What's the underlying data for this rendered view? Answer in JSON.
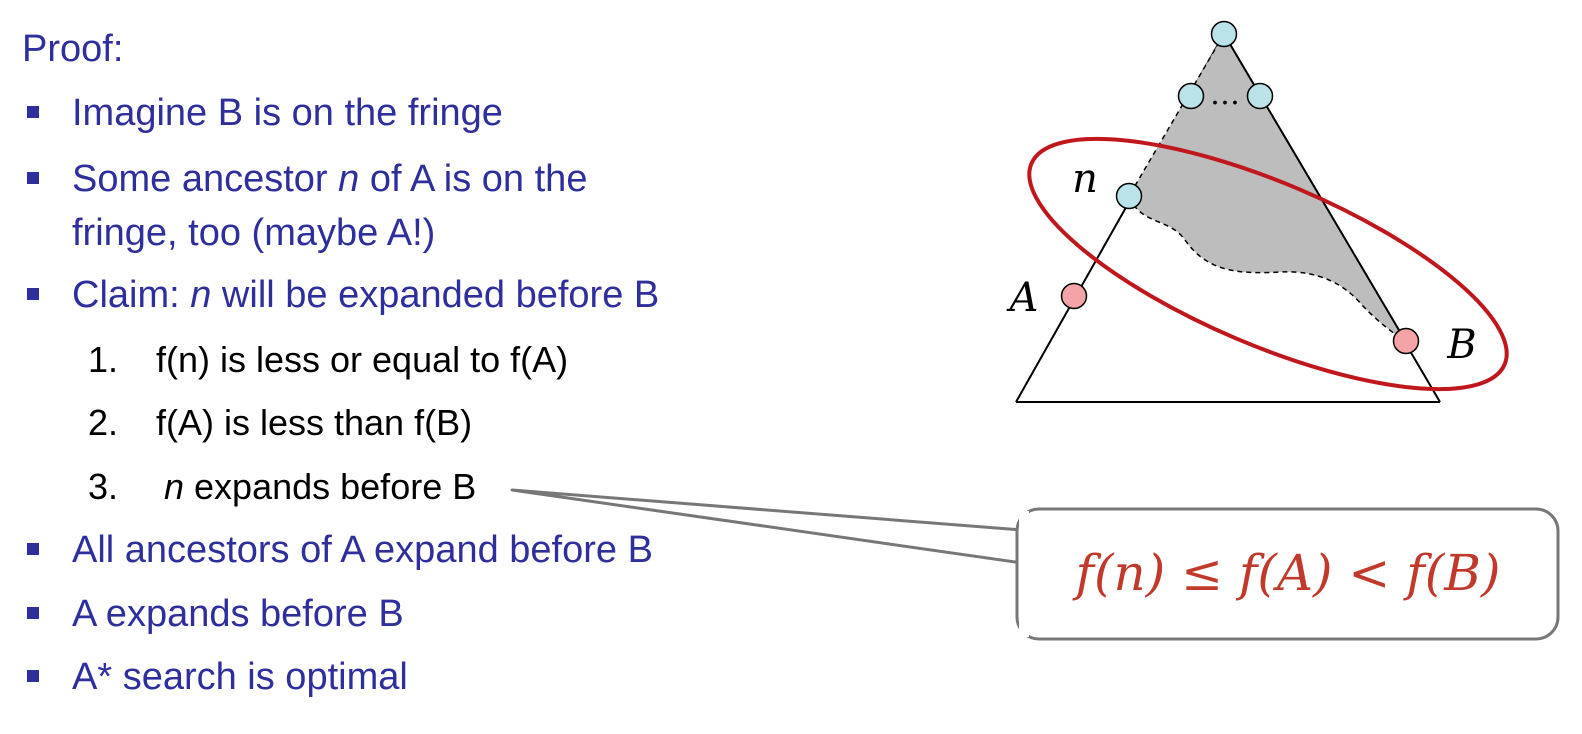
{
  "proof": {
    "heading": "Proof:",
    "b1": "Imagine B is on the fringe",
    "b2": {
      "pre": "Some ancestor ",
      "var": "n",
      "post": " of A is on the",
      "line2": "fringe, too (maybe A!)"
    },
    "b3": {
      "pre": "Claim: ",
      "var": "n",
      "post": " will be expanded before B"
    },
    "claims": [
      {
        "num": "1.",
        "text": "f(n) is less or equal to f(A)"
      },
      {
        "num": "2.",
        "text": "f(A) is less than f(B)"
      },
      {
        "num": "3.",
        "var": "n",
        "text": " expands before B"
      }
    ],
    "b4": "All ancestors of A expand before B",
    "b5": "A expands before B",
    "b6": "A* search is optimal"
  },
  "diagram": {
    "labels": {
      "n": "n",
      "A": "A",
      "B": "B",
      "ellipsis": "…"
    },
    "callout": "f(n) ≤ f(A) < f(B)",
    "colors": {
      "text_blue": "#2e2e9c",
      "node_fill": "#b9e3e8",
      "goal_fill": "#f4a3a6",
      "shaded": "#bdbdbd",
      "ellipse": "#c0171d",
      "callout_text": "#c0392b",
      "callout_border": "#777777"
    }
  }
}
